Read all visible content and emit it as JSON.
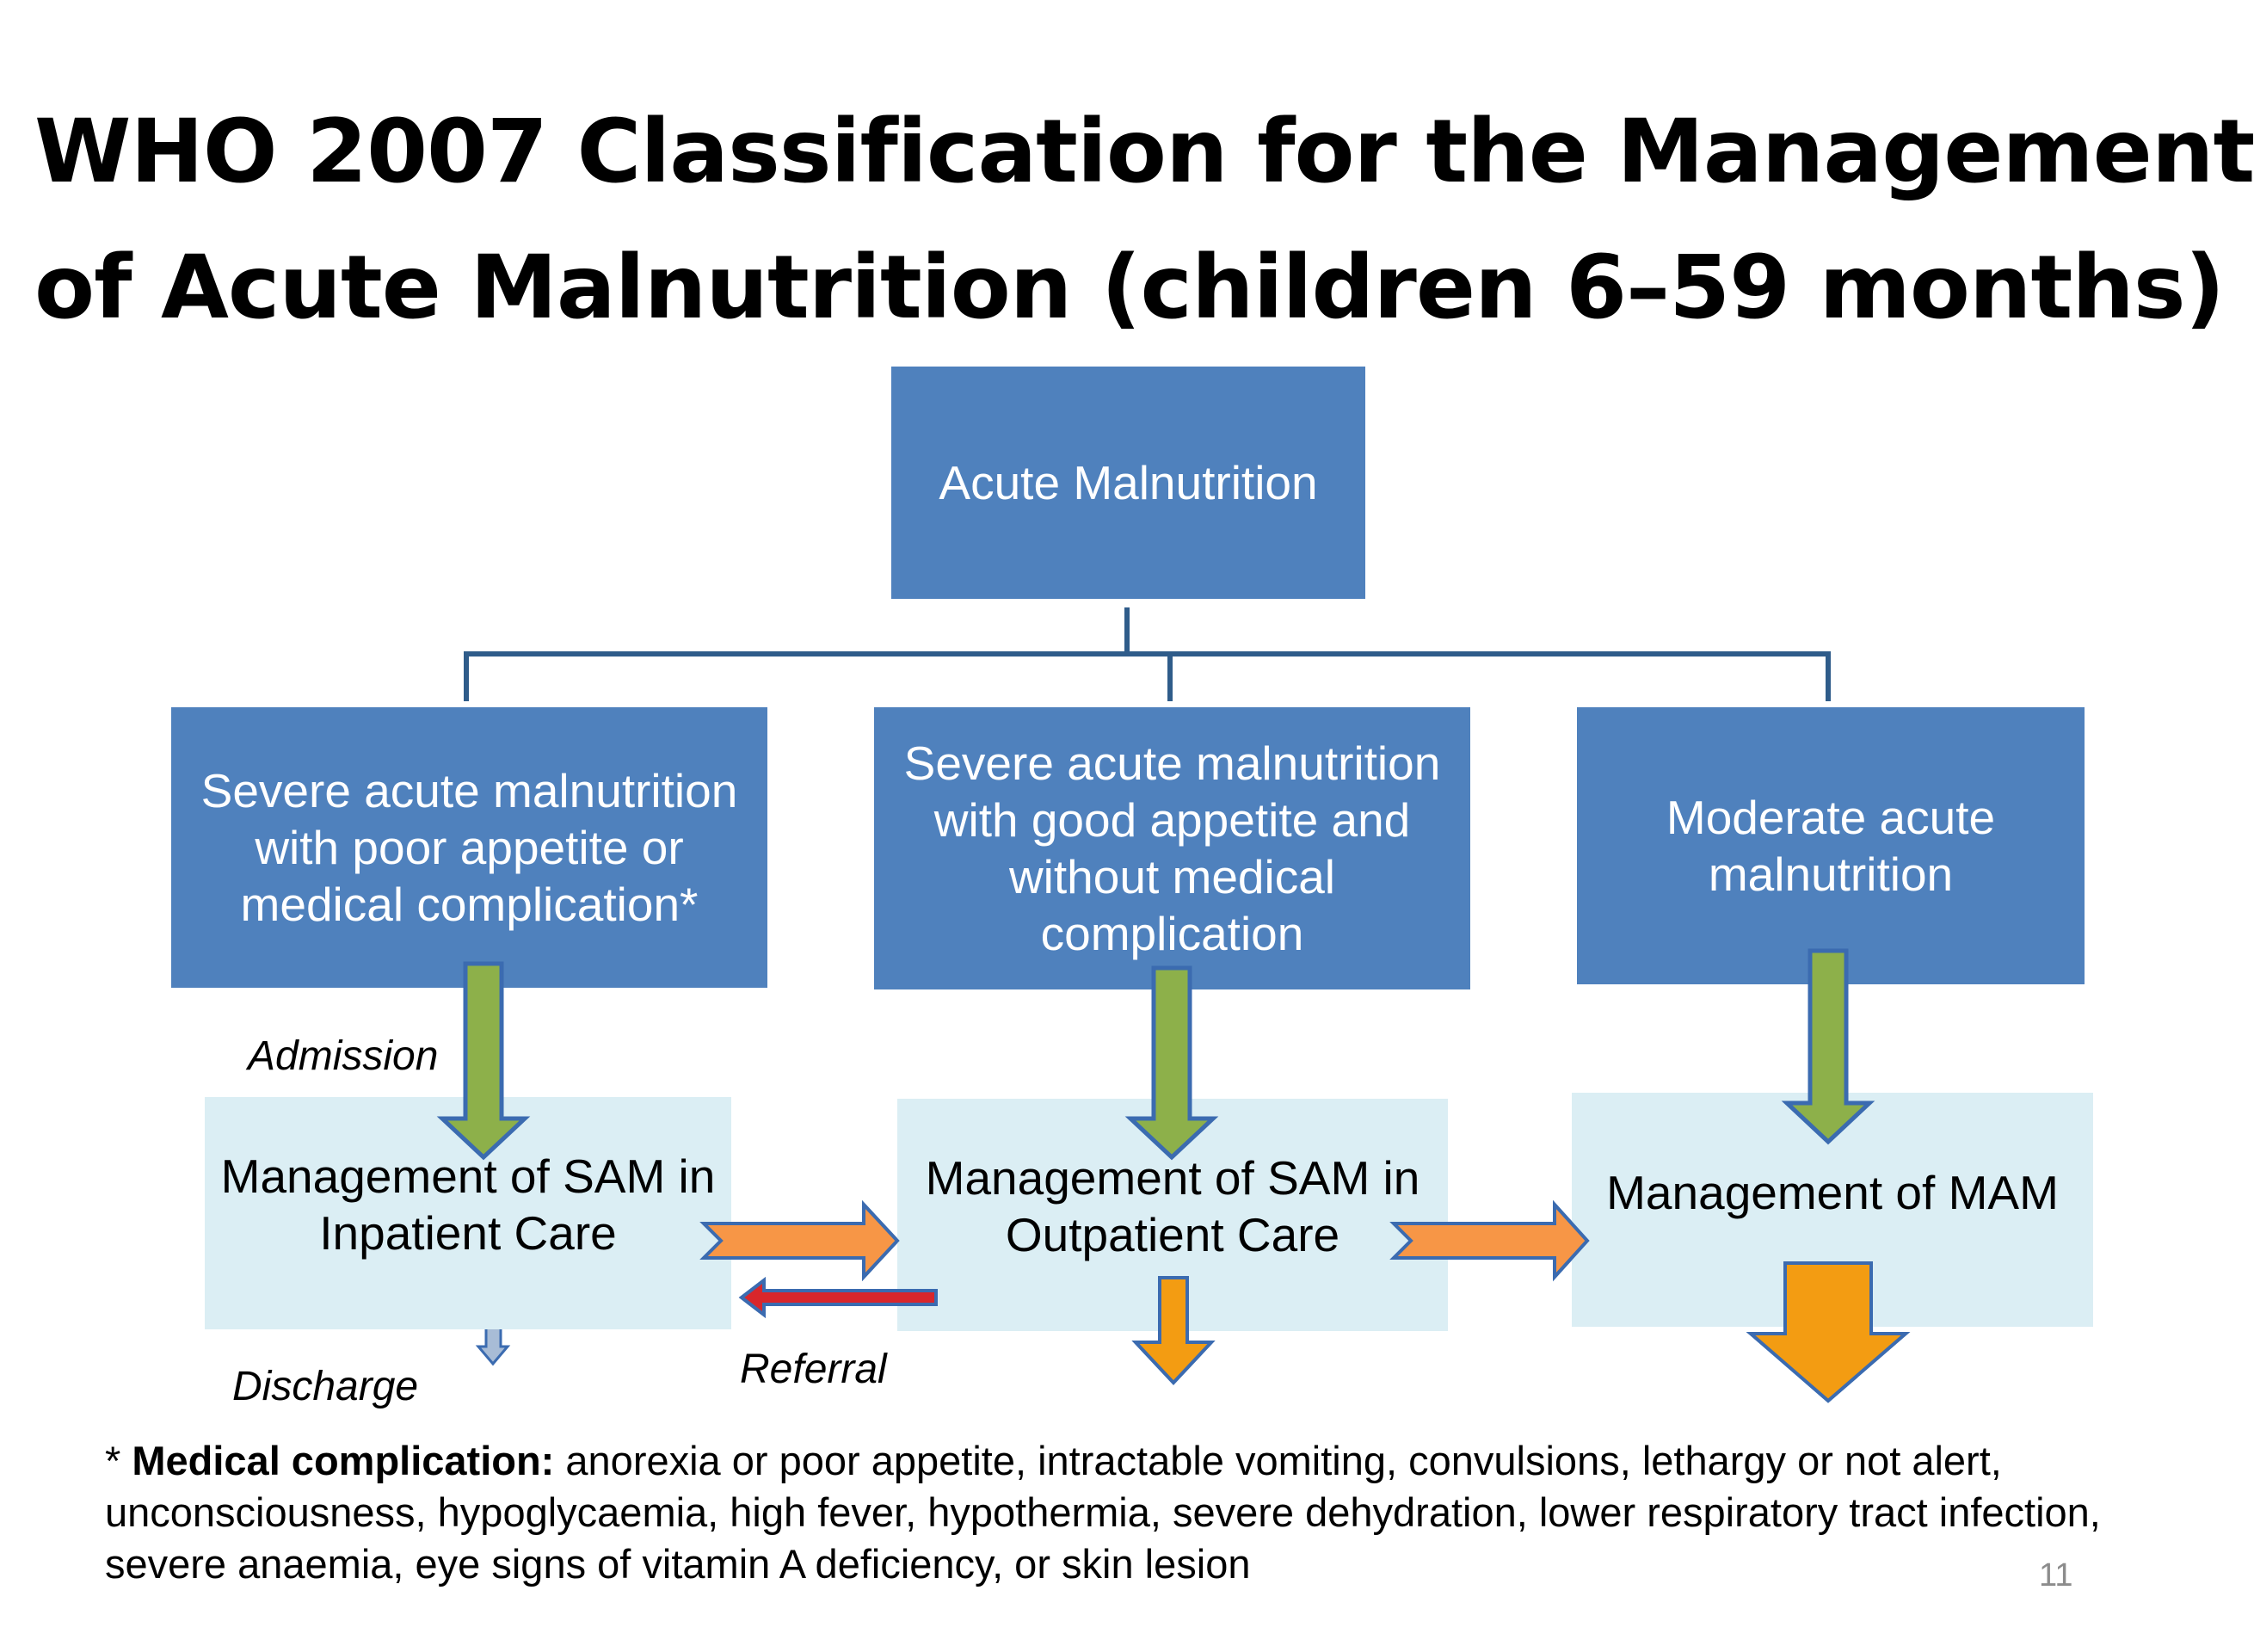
{
  "slide": {
    "title_line1": "WHO 2007 Classification for the Management",
    "title_line2": "of Acute Malnutrition (children 6–59 months)",
    "page_number": "11"
  },
  "diagram": {
    "root": "Acute Malnutrition",
    "categories": [
      "Severe acute malnutrition with poor appetite or medical complication*",
      "Severe acute malnutrition with good appetite and without medical complication",
      "Moderate acute malnutrition"
    ],
    "management": [
      "Management of SAM in Inpatient Care",
      "Management of SAM in Outpatient Care",
      "Management of MAM"
    ],
    "labels": {
      "admission": "Admission",
      "discharge": "Discharge",
      "referral": "Referral"
    }
  },
  "footnote": {
    "prefix": "* ",
    "heading": "Medical complication:",
    "text": " anorexia or poor appetite, intractable vomiting, convulsions, lethargy or not alert, unconsciousness, hypoglycaemia, high fever, hypothermia, severe dehydration, lower respiratory tract infection, severe anaemia, eye signs of vitamin A deficiency, or skin lesion"
  },
  "colors": {
    "box_blue": "#4f81bd",
    "box_light": "#dbeef4",
    "connector": "#2f5c8a",
    "arrow_green": "#8db04a",
    "arrow_orange": "#f79646",
    "referral_red": "#d9262b"
  }
}
